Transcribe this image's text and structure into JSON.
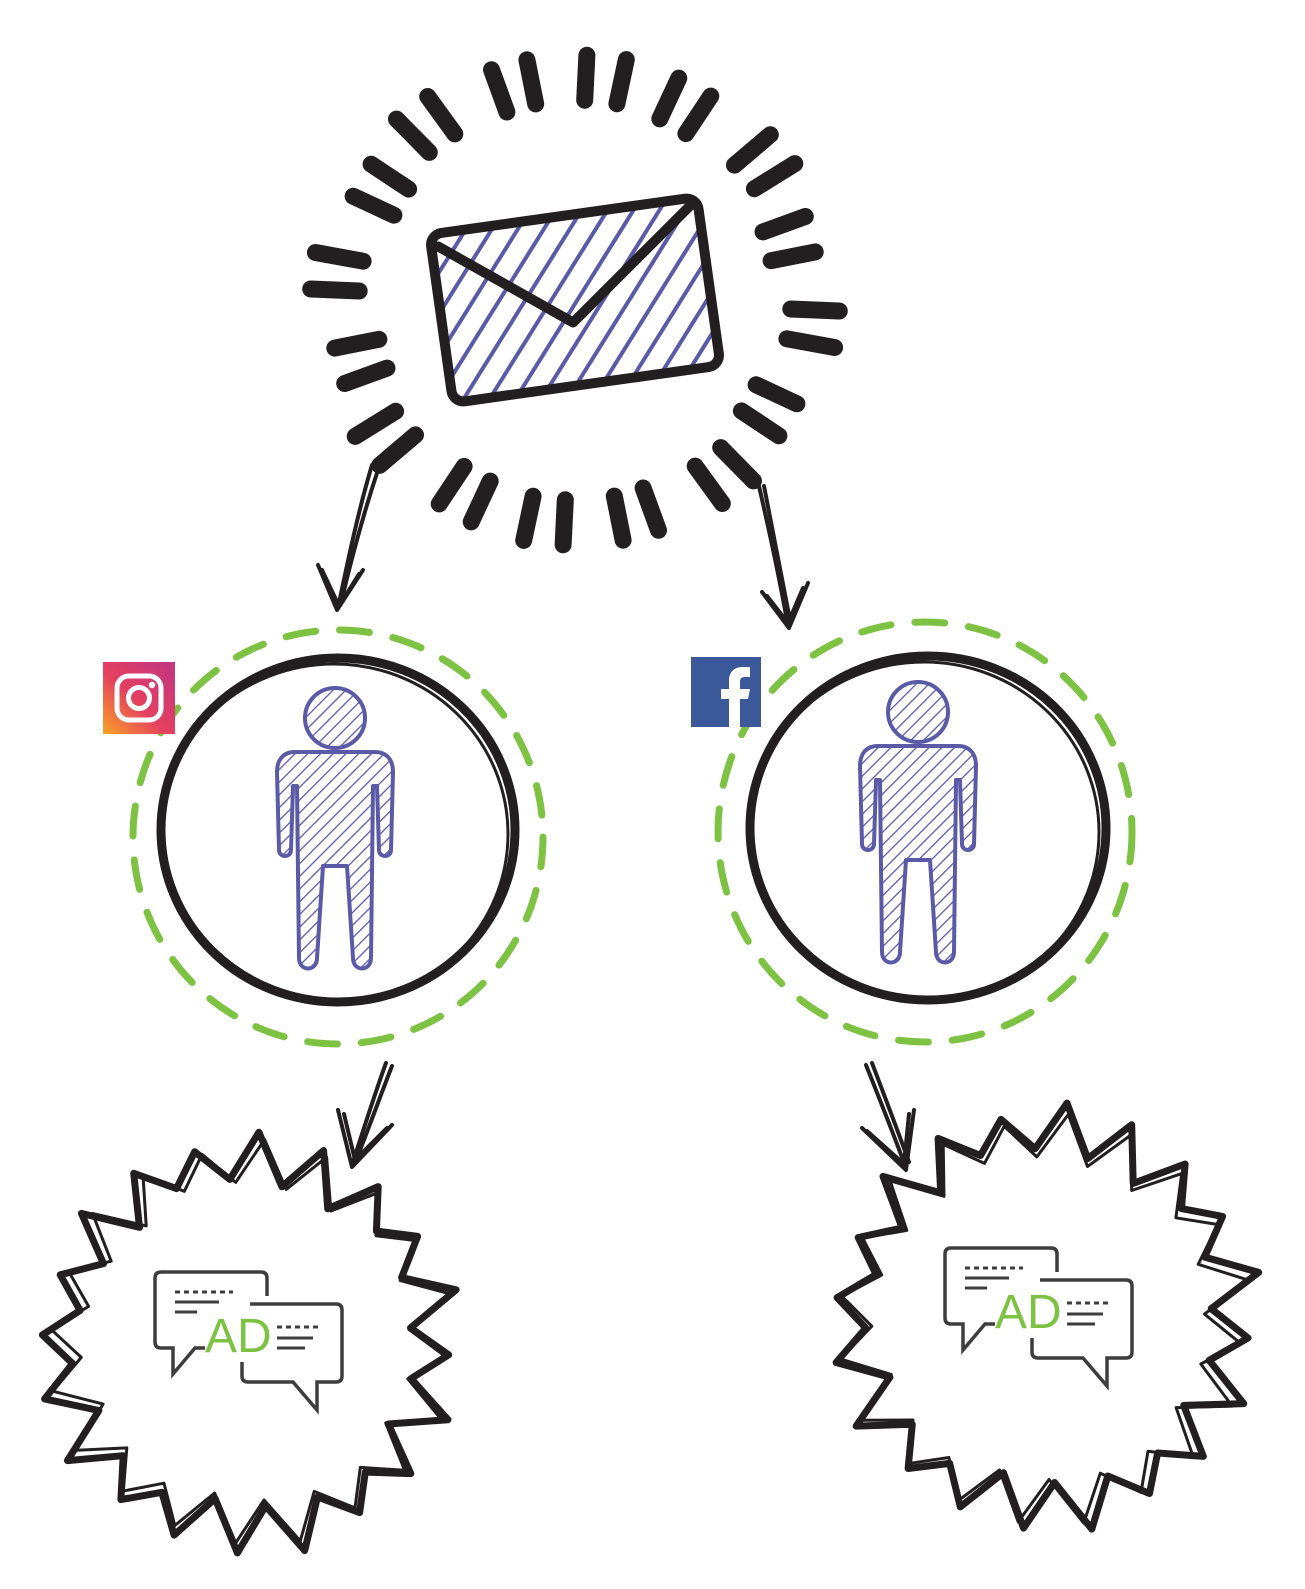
{
  "colors": {
    "ink": "#231f20",
    "accent_purple": "#5b5aa6",
    "dashed_green": "#7dc242",
    "facebook_blue": "#3b5998",
    "ad_green": "#7dc242"
  },
  "nodes": [
    {
      "id": "email",
      "icon": "envelope-icon",
      "shape": "burst-rays"
    },
    {
      "id": "instagram-user",
      "icon": "person-icon",
      "badge": "instagram-icon"
    },
    {
      "id": "facebook-user",
      "icon": "person-icon",
      "badge": "facebook-icon"
    },
    {
      "id": "instagram-ad",
      "icon": "ad-chat-bubbles-icon",
      "label": "AD"
    },
    {
      "id": "facebook-ad",
      "icon": "ad-chat-bubbles-icon",
      "label": "AD"
    }
  ],
  "edges": [
    {
      "from": "email",
      "to": "instagram-user"
    },
    {
      "from": "email",
      "to": "facebook-user"
    },
    {
      "from": "instagram-user",
      "to": "instagram-ad"
    },
    {
      "from": "facebook-user",
      "to": "facebook-ad"
    }
  ],
  "ads": {
    "left_label": "AD",
    "right_label": "AD"
  }
}
